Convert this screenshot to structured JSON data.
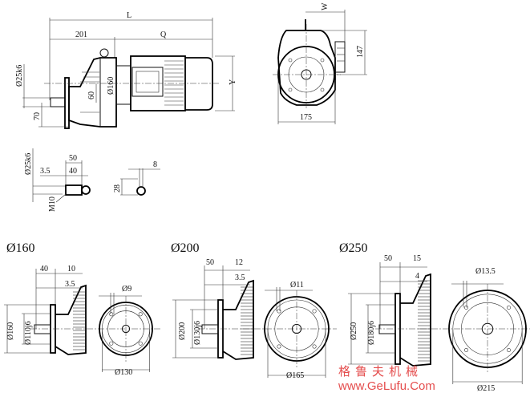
{
  "main_view": {
    "dim_L": "L",
    "dim_201": "201",
    "dim_Q": "Q",
    "dim_Y": "Y",
    "dim_shaft_dia": "Ø25k6",
    "dim_70": "70",
    "dim_60": "60",
    "dim_160": "Ø160"
  },
  "end_view": {
    "dim_W": "W",
    "dim_147": "147",
    "dim_175": "175"
  },
  "shaft_detail": {
    "dim_shaft_dia": "Ø25k6",
    "dim_50": "50",
    "dim_40": "40",
    "dim_3_5": "3.5",
    "dim_thread": "M10",
    "dim_8": "8",
    "dim_28": "28"
  },
  "flanges": [
    {
      "title": "Ø160",
      "d1": "40",
      "d2": "10",
      "d3": "3.5",
      "hole": "Ø9",
      "pcd": "Ø130",
      "outer": "Ø160",
      "spigot": "Ø110j6"
    },
    {
      "title": "Ø200",
      "d1": "50",
      "d2": "12",
      "d3": "3.5",
      "hole": "Ø11",
      "pcd": "Ø165",
      "outer": "Ø200",
      "spigot": "Ø130j6"
    },
    {
      "title": "Ø250",
      "d1": "50",
      "d2": "15",
      "d3": "4",
      "hole": "Ø13.5",
      "pcd": "Ø215",
      "outer": "Ø250",
      "spigot": "Ø180j6"
    }
  ],
  "watermark": {
    "cn": "格鲁夫机械",
    "url": "www.GeLufu.Com",
    "color": "#e23a3a"
  }
}
